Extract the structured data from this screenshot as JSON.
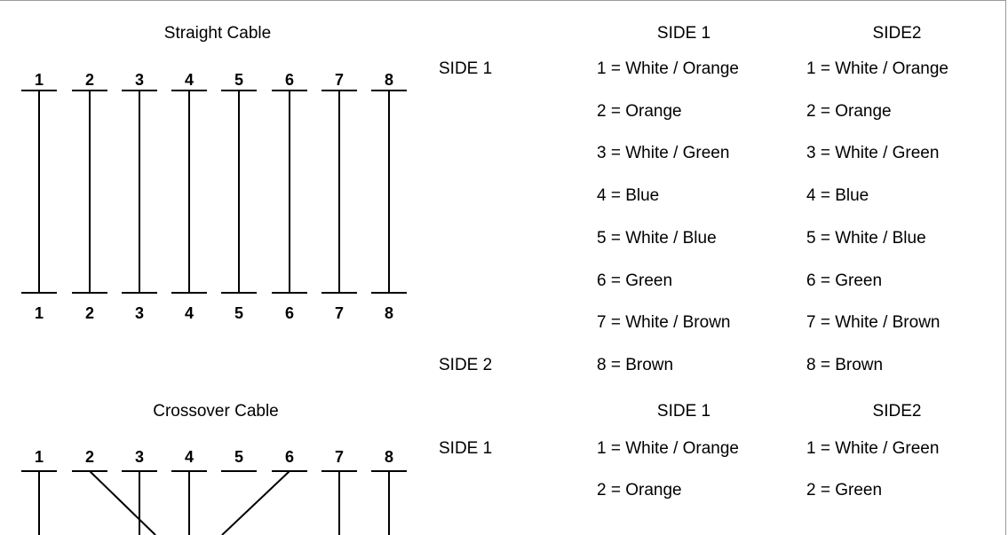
{
  "straight": {
    "title": "Straight Cable",
    "top_pins": [
      "1",
      "2",
      "3",
      "4",
      "5",
      "6",
      "7",
      "8"
    ],
    "bottom_pins": [
      "1",
      "2",
      "3",
      "4",
      "5",
      "6",
      "7",
      "8"
    ],
    "table": {
      "col1_header": "SIDE 1",
      "col2_header": "SIDE2",
      "row_side_top": "SIDE 1",
      "row_side_bottom": "SIDE 2",
      "side1": [
        "1 = White / Orange",
        "2 = Orange",
        "3 = White / Green",
        "4 = Blue",
        "5 = White / Blue",
        "6 = Green",
        "7 = White / Brown",
        "8 = Brown"
      ],
      "side2": [
        "1 = White / Orange",
        "2 = Orange",
        "3 = White / Green",
        "4 = Blue",
        "5 = White / Blue",
        "6 = Green",
        "7 = White / Brown",
        "8 = Brown"
      ]
    }
  },
  "crossover": {
    "title": "Crossover Cable",
    "top_pins": [
      "1",
      "2",
      "3",
      "4",
      "5",
      "6",
      "7",
      "8"
    ],
    "table": {
      "col1_header": "SIDE 1",
      "col2_header": "SIDE2",
      "row_side_top": "SIDE 1",
      "side1": [
        "1 = White / Orange",
        "2 = Orange"
      ],
      "side2": [
        "1 = White / Green",
        "2 = Green"
      ]
    }
  }
}
